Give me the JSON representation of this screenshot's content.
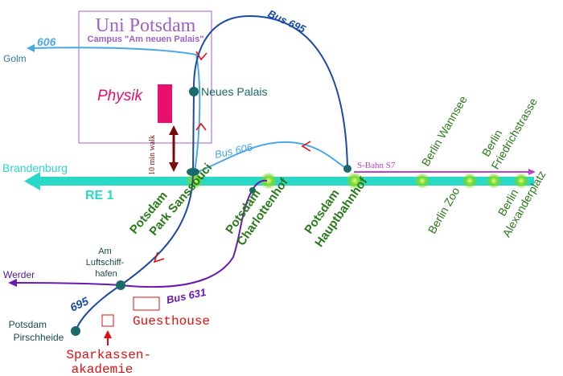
{
  "colors": {
    "re1": "#2ad8c8",
    "bus606": "#4aa8e8",
    "bus695": "#1a4aa8",
    "bus631": "#6a1ab0",
    "sbahn": "#c040d0",
    "campus": "#a060c8",
    "physik": "#e8106a",
    "station_text": "#2a7a1a",
    "node": "#1a6a6a",
    "arrow_red": "#e01010",
    "walk": "#7a0a0a",
    "label_red": "#e01010"
  },
  "campus": {
    "title": "Uni Potsdam",
    "subtitle": "Campus \"Am neuen Palais\"",
    "physik": "Physik",
    "walk": "10 min walk"
  },
  "lines": {
    "bus606_top": "606",
    "bus606_mid": "Bus 606",
    "bus695_top": "Bus 695",
    "bus695_bottom": "695",
    "bus631": "Bus 631",
    "re1": "RE 1",
    "sbahn": "S-Bahn S7"
  },
  "places": {
    "golm": "Golm",
    "brandenburg": "Brandenburg",
    "werder": "Werder",
    "neues_palais": "Neues Palais",
    "am_luft": [
      "Am",
      "Luftschiff-",
      "hafen"
    ],
    "pirschheide": [
      "Potsdam",
      "Pirschheide"
    ],
    "guesthouse": "Guesthouse",
    "sparkassen": [
      "Sparkassen-",
      "akademie"
    ]
  },
  "stations": {
    "park_sanssouci": [
      "Potsdam",
      "Park Sanssouci"
    ],
    "charlottenhof": [
      "Potsdam",
      "Charlottenhof"
    ],
    "hauptbahnhof": [
      "Potsdam",
      "Hauptbahnhof"
    ],
    "wannsee": "Berlin Wannsee",
    "zoo": "Berlin Zoo",
    "friedrichstrasse": [
      "Berlin",
      "Friedrichstrasse"
    ],
    "alexanderplatz": [
      "Berlin",
      "Alexanderplatz"
    ]
  }
}
